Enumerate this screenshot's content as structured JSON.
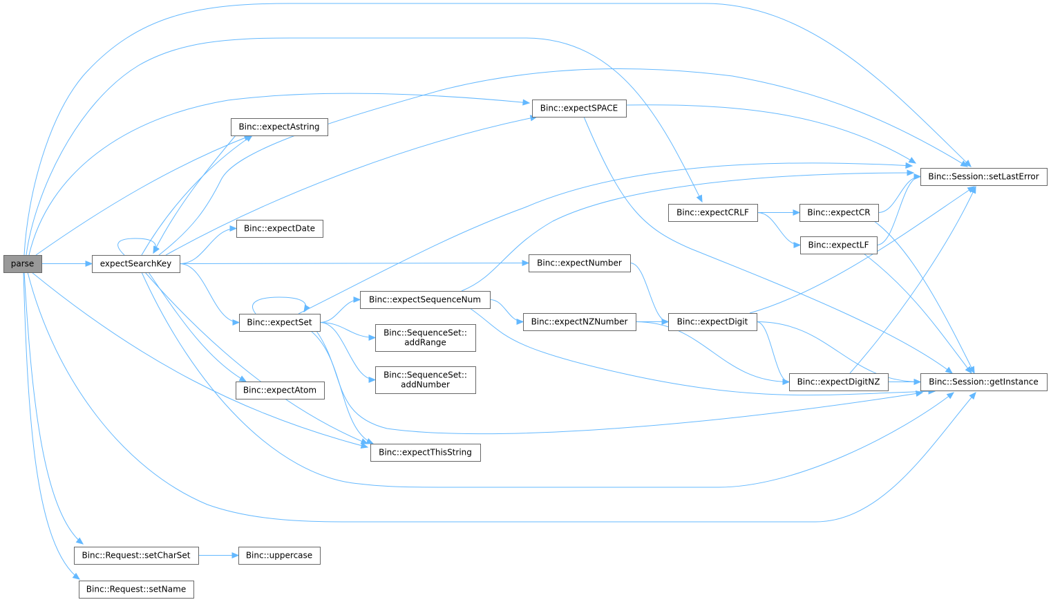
{
  "colors": {
    "edge": "#63b8ff",
    "node_border": "#666666",
    "root_fill": "#999999",
    "node_fill": "#ffffff"
  },
  "nodes": [
    {
      "id": "parse",
      "lines": [
        "parse"
      ],
      "root": true
    },
    {
      "id": "expectSearchKey",
      "lines": [
        "expectSearchKey"
      ]
    },
    {
      "id": "expectAstring",
      "lines": [
        "Binc::expectAstring"
      ]
    },
    {
      "id": "expectDate",
      "lines": [
        "Binc::expectDate"
      ]
    },
    {
      "id": "expectSet",
      "lines": [
        "Binc::expectSet"
      ]
    },
    {
      "id": "expectAtom",
      "lines": [
        "Binc::expectAtom"
      ]
    },
    {
      "id": "setCharSet",
      "lines": [
        "Binc::Request::setCharSet"
      ]
    },
    {
      "id": "setName",
      "lines": [
        "Binc::Request::setName"
      ]
    },
    {
      "id": "uppercase",
      "lines": [
        "Binc::uppercase"
      ]
    },
    {
      "id": "expectSequenceNum",
      "lines": [
        "Binc::expectSequenceNum"
      ]
    },
    {
      "id": "addRange",
      "lines": [
        "Binc::SequenceSet::",
        "addRange"
      ]
    },
    {
      "id": "addNumber",
      "lines": [
        "Binc::SequenceSet::",
        "addNumber"
      ]
    },
    {
      "id": "expectThisString",
      "lines": [
        "Binc::expectThisString"
      ]
    },
    {
      "id": "expectSPACE",
      "lines": [
        "Binc::expectSPACE"
      ]
    },
    {
      "id": "expectNumber",
      "lines": [
        "Binc::expectNumber"
      ]
    },
    {
      "id": "expectNZNumber",
      "lines": [
        "Binc::expectNZNumber"
      ]
    },
    {
      "id": "expectCRLF",
      "lines": [
        "Binc::expectCRLF"
      ]
    },
    {
      "id": "expectDigit",
      "lines": [
        "Binc::expectDigit"
      ]
    },
    {
      "id": "expectCR",
      "lines": [
        "Binc::expectCR"
      ]
    },
    {
      "id": "expectLF",
      "lines": [
        "Binc::expectLF"
      ]
    },
    {
      "id": "expectDigitNZ",
      "lines": [
        "Binc::expectDigitNZ"
      ]
    },
    {
      "id": "setLastError",
      "lines": [
        "Binc::Session::setLastError"
      ]
    },
    {
      "id": "getInstance",
      "lines": [
        "Binc::Session::getInstance"
      ]
    }
  ],
  "edges": [
    {
      "from": "parse",
      "to": "expectSearchKey"
    },
    {
      "from": "parse",
      "to": "setLastError"
    },
    {
      "from": "parse",
      "to": "expectCRLF"
    },
    {
      "from": "parse",
      "to": "expectSPACE"
    },
    {
      "from": "parse",
      "to": "expectAstring"
    },
    {
      "from": "parse",
      "to": "expectThisString"
    },
    {
      "from": "parse",
      "to": "getInstance"
    },
    {
      "from": "parse",
      "to": "setCharSet"
    },
    {
      "from": "parse",
      "to": "setName"
    },
    {
      "from": "expectSearchKey",
      "to": "expectSearchKey"
    },
    {
      "from": "expectSearchKey",
      "to": "expectAstring"
    },
    {
      "from": "expectSearchKey",
      "to": "setLastError"
    },
    {
      "from": "expectSearchKey",
      "to": "expectSPACE"
    },
    {
      "from": "expectSearchKey",
      "to": "expectDate"
    },
    {
      "from": "expectSearchKey",
      "to": "expectNumber"
    },
    {
      "from": "expectSearchKey",
      "to": "expectSet"
    },
    {
      "from": "expectSearchKey",
      "to": "expectAtom"
    },
    {
      "from": "expectSearchKey",
      "to": "expectThisString"
    },
    {
      "from": "expectSearchKey",
      "to": "getInstance"
    },
    {
      "from": "expectAstring",
      "to": "expectSearchKey"
    },
    {
      "from": "expectSet",
      "to": "expectSet"
    },
    {
      "from": "expectSet",
      "to": "setLastError"
    },
    {
      "from": "expectSet",
      "to": "expectSequenceNum"
    },
    {
      "from": "expectSet",
      "to": "addRange"
    },
    {
      "from": "expectSet",
      "to": "addNumber"
    },
    {
      "from": "expectSet",
      "to": "expectThisString"
    },
    {
      "from": "expectSet",
      "to": "getInstance"
    },
    {
      "from": "setCharSet",
      "to": "uppercase"
    },
    {
      "from": "expectSequenceNum",
      "to": "setLastError"
    },
    {
      "from": "expectSequenceNum",
      "to": "expectNZNumber"
    },
    {
      "from": "expectSequenceNum",
      "to": "getInstance"
    },
    {
      "from": "expectSPACE",
      "to": "setLastError"
    },
    {
      "from": "expectSPACE",
      "to": "getInstance"
    },
    {
      "from": "expectNumber",
      "to": "expectDigit"
    },
    {
      "from": "expectNZNumber",
      "to": "expectDigit"
    },
    {
      "from": "expectNZNumber",
      "to": "expectDigitNZ"
    },
    {
      "from": "expectCRLF",
      "to": "expectCR"
    },
    {
      "from": "expectCRLF",
      "to": "expectLF"
    },
    {
      "from": "expectCR",
      "to": "setLastError"
    },
    {
      "from": "expectCR",
      "to": "getInstance"
    },
    {
      "from": "expectLF",
      "to": "setLastError"
    },
    {
      "from": "expectLF",
      "to": "getInstance"
    },
    {
      "from": "expectDigit",
      "to": "setLastError"
    },
    {
      "from": "expectDigit",
      "to": "expectDigitNZ"
    },
    {
      "from": "expectDigit",
      "to": "getInstance"
    },
    {
      "from": "expectDigitNZ",
      "to": "setLastError"
    },
    {
      "from": "expectDigitNZ",
      "to": "getInstance"
    }
  ]
}
